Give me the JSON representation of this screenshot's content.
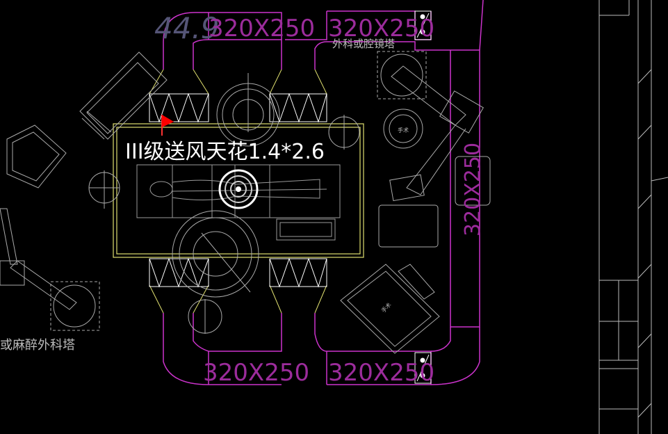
{
  "labels": {
    "dim_top_left": "320X250",
    "dim_top_right": "320X250",
    "dim_bottom_left": "320X250",
    "dim_bottom_right": "320X250",
    "dim_right_vertical": "320X250",
    "scale_partial": "44.9",
    "main_title": "III级送风天花1.4*2.6",
    "tower_surgery_endoscope": "外科或腔镜塔",
    "tower_anesthesia_surgery": "或麻醉外科塔",
    "small_text_1": "手术",
    "small_text_2": "手术"
  },
  "colors": {
    "background": "#000000",
    "duct": "#cc33cc",
    "geometry": "#c8c8c8",
    "highlight_box": "#e0e070",
    "flag": "#ff0000",
    "diffuser": "#ffff66"
  }
}
